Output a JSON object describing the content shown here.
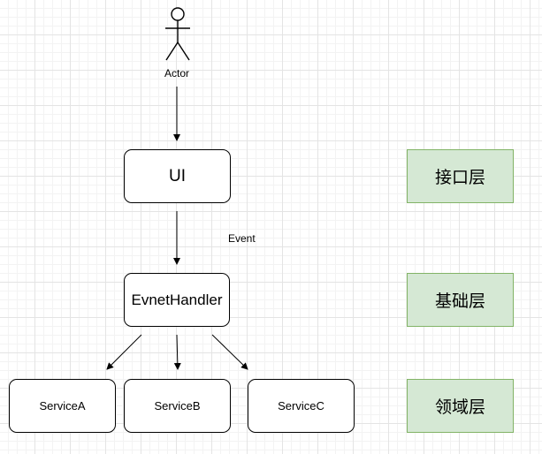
{
  "actor": {
    "label": "Actor"
  },
  "nodes": {
    "ui": "UI",
    "handler": "EvnetHandler",
    "services": [
      "ServiceA",
      "ServiceB",
      "ServiceC"
    ]
  },
  "edge_labels": {
    "ui_to_handler": "Event"
  },
  "layers": [
    "接口层",
    "基础层",
    "领域层"
  ],
  "colors": {
    "layer_fill": "#d5e8d4",
    "layer_border": "#82b366",
    "stroke": "#000000"
  }
}
